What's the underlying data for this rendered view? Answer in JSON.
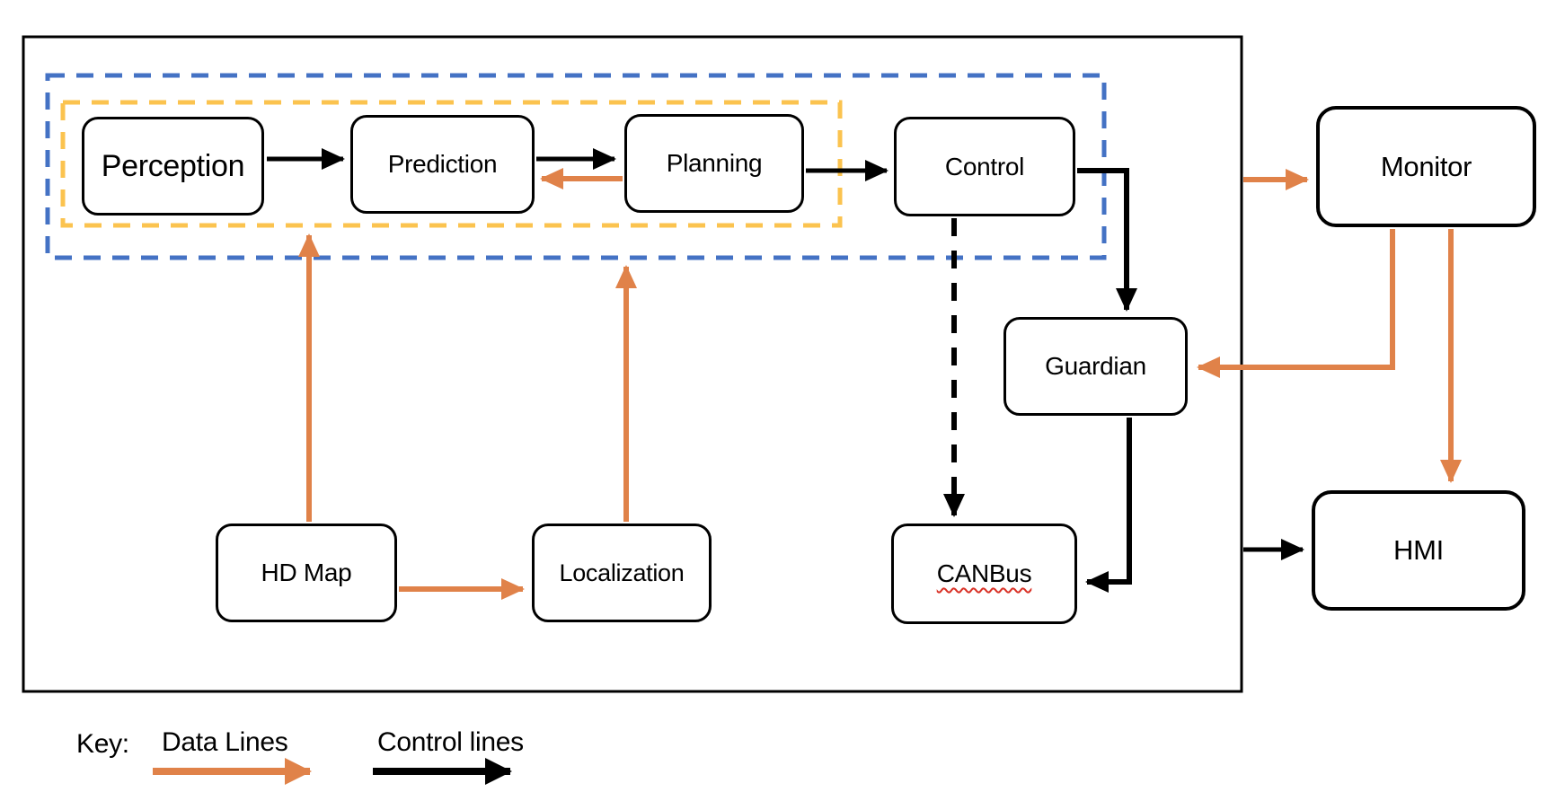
{
  "boxes": {
    "perception": {
      "label": "Perception"
    },
    "prediction": {
      "label": "Prediction"
    },
    "planning": {
      "label": "Planning"
    },
    "control": {
      "label": "Control"
    },
    "guardian": {
      "label": "Guardian"
    },
    "canbus": {
      "label": "CANBus",
      "spellcheck_underline": true
    },
    "hdmap": {
      "label": "HD Map"
    },
    "localization": {
      "label": "Localization"
    },
    "monitor": {
      "label": "Monitor"
    },
    "hmi": {
      "label": "HMI"
    }
  },
  "key": {
    "title": "Key:",
    "data_lines_label": "Data Lines",
    "control_lines_label": "Control lines"
  },
  "colors": {
    "data_line": "#E08249",
    "control_line": "#000000",
    "group_blue": "#4472C4",
    "group_yellow": "#FBC34F",
    "spellcheck_red": "#D93025"
  },
  "connections": [
    {
      "from": "Perception",
      "to": "Prediction",
      "type": "control"
    },
    {
      "from": "Prediction",
      "to": "Planning",
      "type": "control"
    },
    {
      "from": "Planning",
      "to": "Prediction",
      "type": "data"
    },
    {
      "from": "Planning",
      "to": "Control",
      "type": "control"
    },
    {
      "from": "Control",
      "to": "Guardian",
      "type": "control"
    },
    {
      "from": "Control",
      "to": "CANBus",
      "type": "control",
      "style": "dashed"
    },
    {
      "from": "Guardian",
      "to": "CANBus",
      "type": "control"
    },
    {
      "from": "HD Map",
      "to": "yellow module group (Perception)",
      "type": "data"
    },
    {
      "from": "HD Map",
      "to": "Localization",
      "type": "data"
    },
    {
      "from": "Localization",
      "to": "blue module group (Planning)",
      "type": "data"
    },
    {
      "from": "system boundary",
      "to": "Monitor",
      "type": "data"
    },
    {
      "from": "Monitor",
      "to": "Guardian",
      "type": "data"
    },
    {
      "from": "Monitor",
      "to": "HMI",
      "type": "data"
    },
    {
      "from": "system boundary",
      "to": "HMI",
      "type": "control"
    }
  ]
}
